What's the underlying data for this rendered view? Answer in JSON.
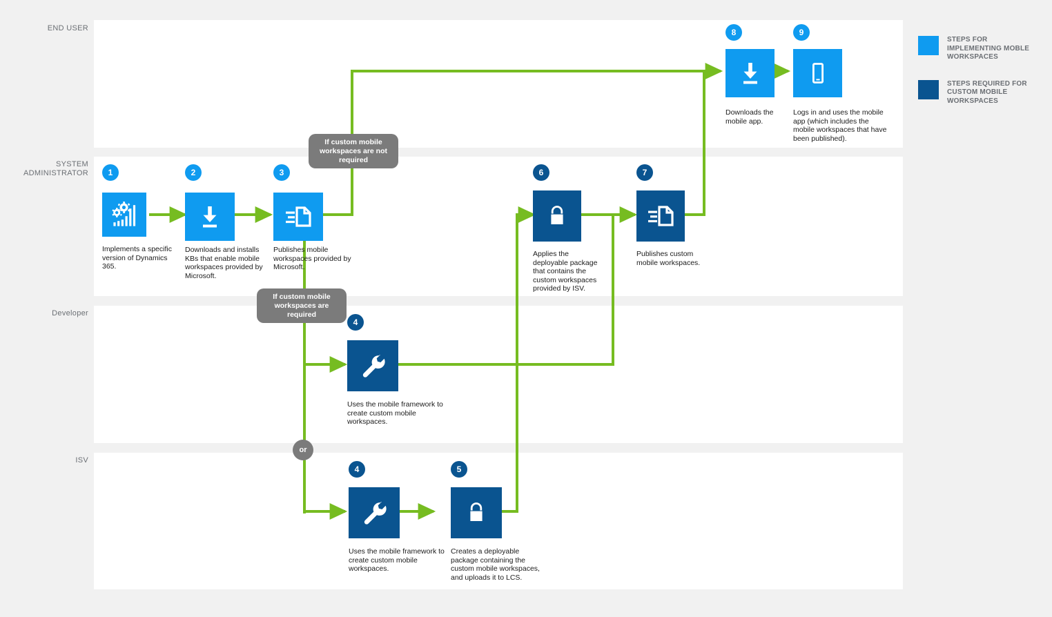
{
  "diagram": {
    "title": "Mobile workspaces implementation process flow",
    "background_color": "#f1f1f1",
    "lane_color": "#ffffff",
    "connector_color": "#76bc21",
    "light_blue": "#0f9bf0",
    "dark_blue": "#0a5490",
    "callout_gray": "#7b7b7b",
    "label_gray": "#6b6f74"
  },
  "lanes": [
    {
      "id": "end-user",
      "label": "END USER"
    },
    {
      "id": "system-administrator",
      "label": "SYSTEM\nADMINISTRATOR"
    },
    {
      "id": "developer",
      "label": "Developer"
    },
    {
      "id": "isv",
      "label": "ISV"
    }
  ],
  "steps": [
    {
      "number": "1",
      "lane": "system-administrator",
      "tone": "light",
      "icon": "gears-chart-icon",
      "caption": "Implements a specific version of Dynamics 365."
    },
    {
      "number": "2",
      "lane": "system-administrator",
      "tone": "light",
      "icon": "download-icon",
      "caption": "Downloads and installs KBs that enable mobile workspaces provided by Microsoft."
    },
    {
      "number": "3",
      "lane": "system-administrator",
      "tone": "light",
      "icon": "publish-document-icon",
      "caption": "Publishes mobile workspaces provided by Microsoft."
    },
    {
      "number": "4",
      "lane": "developer",
      "tone": "dark",
      "icon": "wrench-icon",
      "caption": "Uses the mobile framework to create custom mobile workspaces."
    },
    {
      "number": "4",
      "lane": "isv",
      "tone": "dark",
      "icon": "wrench-icon",
      "caption": "Uses the mobile framework to create custom mobile workspaces."
    },
    {
      "number": "5",
      "lane": "isv",
      "tone": "dark",
      "icon": "package-bag-icon",
      "caption": "Creates a deployable package containing the custom mobile workspaces, and uploads it to LCS."
    },
    {
      "number": "6",
      "lane": "system-administrator",
      "tone": "dark",
      "icon": "package-bag-icon",
      "caption": "Applies the deployable package that contains the custom workspaces provided by ISV."
    },
    {
      "number": "7",
      "lane": "system-administrator",
      "tone": "dark",
      "icon": "publish-document-icon",
      "caption": "Publishes custom mobile workspaces."
    },
    {
      "number": "8",
      "lane": "end-user",
      "tone": "light",
      "icon": "download-icon",
      "caption": "Downloads the mobile app."
    },
    {
      "number": "9",
      "lane": "end-user",
      "tone": "light",
      "icon": "mobile-phone-icon",
      "caption": "Logs in and uses the mobile app (which includes the mobile workspaces that have been published)."
    }
  ],
  "callouts": [
    {
      "id": "not-required",
      "text": "If custom mobile workspaces are not required"
    },
    {
      "id": "required",
      "text": "If custom mobile workspaces are required"
    },
    {
      "id": "or",
      "text": "or"
    }
  ],
  "legend": [
    {
      "tone": "light",
      "label": "Steps for implementing moble workspaces"
    },
    {
      "tone": "dark",
      "label": "Steps required for custom mobile workspaces"
    }
  ]
}
